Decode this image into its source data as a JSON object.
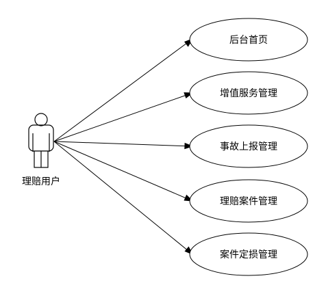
{
  "diagram": {
    "actor": {
      "label": "理赔用户"
    },
    "use_cases": [
      {
        "label": "后台首页"
      },
      {
        "label": "增值服务管理"
      },
      {
        "label": "事故上报管理"
      },
      {
        "label": "理赔案件管理"
      },
      {
        "label": "案件定损管理"
      }
    ],
    "colors": {
      "stroke": "#000000",
      "background": "#ffffff"
    }
  }
}
